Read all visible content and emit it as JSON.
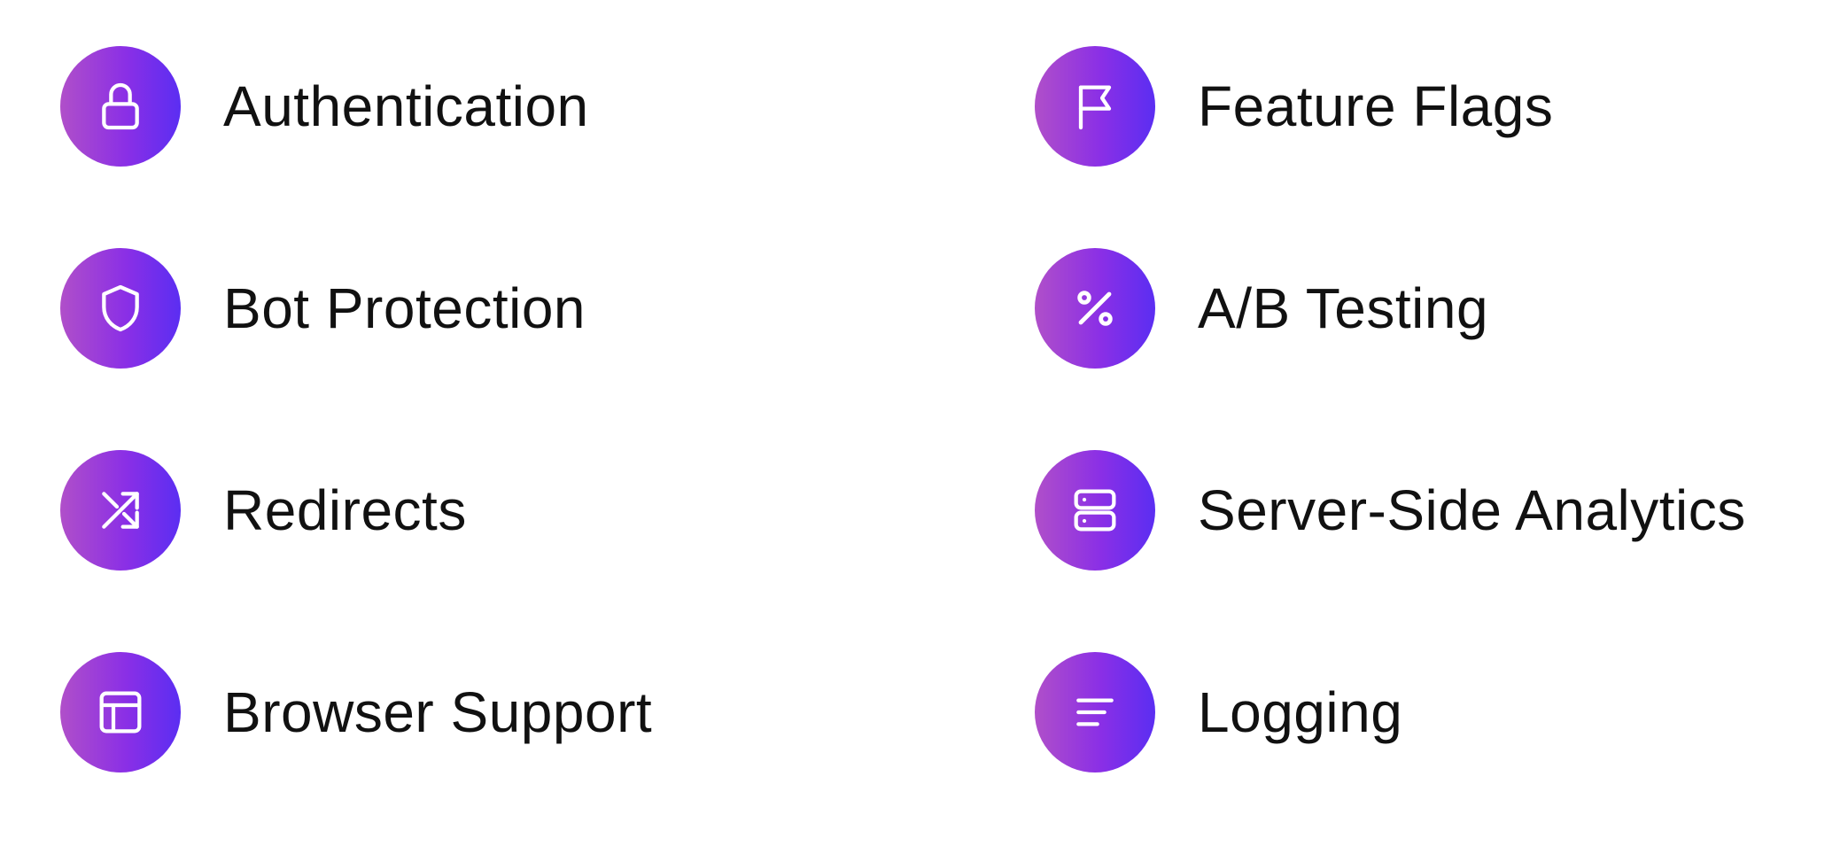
{
  "features": {
    "authentication": {
      "label": "Authentication",
      "icon": "lock-icon"
    },
    "feature_flags": {
      "label": "Feature Flags",
      "icon": "flag-icon"
    },
    "bot_protection": {
      "label": "Bot Protection",
      "icon": "shield-icon"
    },
    "ab_testing": {
      "label": "A/B Testing",
      "icon": "percent-icon"
    },
    "redirects": {
      "label": "Redirects",
      "icon": "shuffle-arrows-icon"
    },
    "server_side_analytics": {
      "label": "Server-Side Analytics",
      "icon": "server-icon"
    },
    "browser_support": {
      "label": "Browser Support",
      "icon": "layout-icon"
    },
    "logging": {
      "label": "Logging",
      "icon": "text-lines-icon"
    }
  },
  "colors": {
    "icon_gradient_start": "#b04fc9",
    "icon_gradient_end": "#5b2ef2",
    "icon_glyph": "#ffffff",
    "label_text": "#111111",
    "background": "#ffffff"
  }
}
